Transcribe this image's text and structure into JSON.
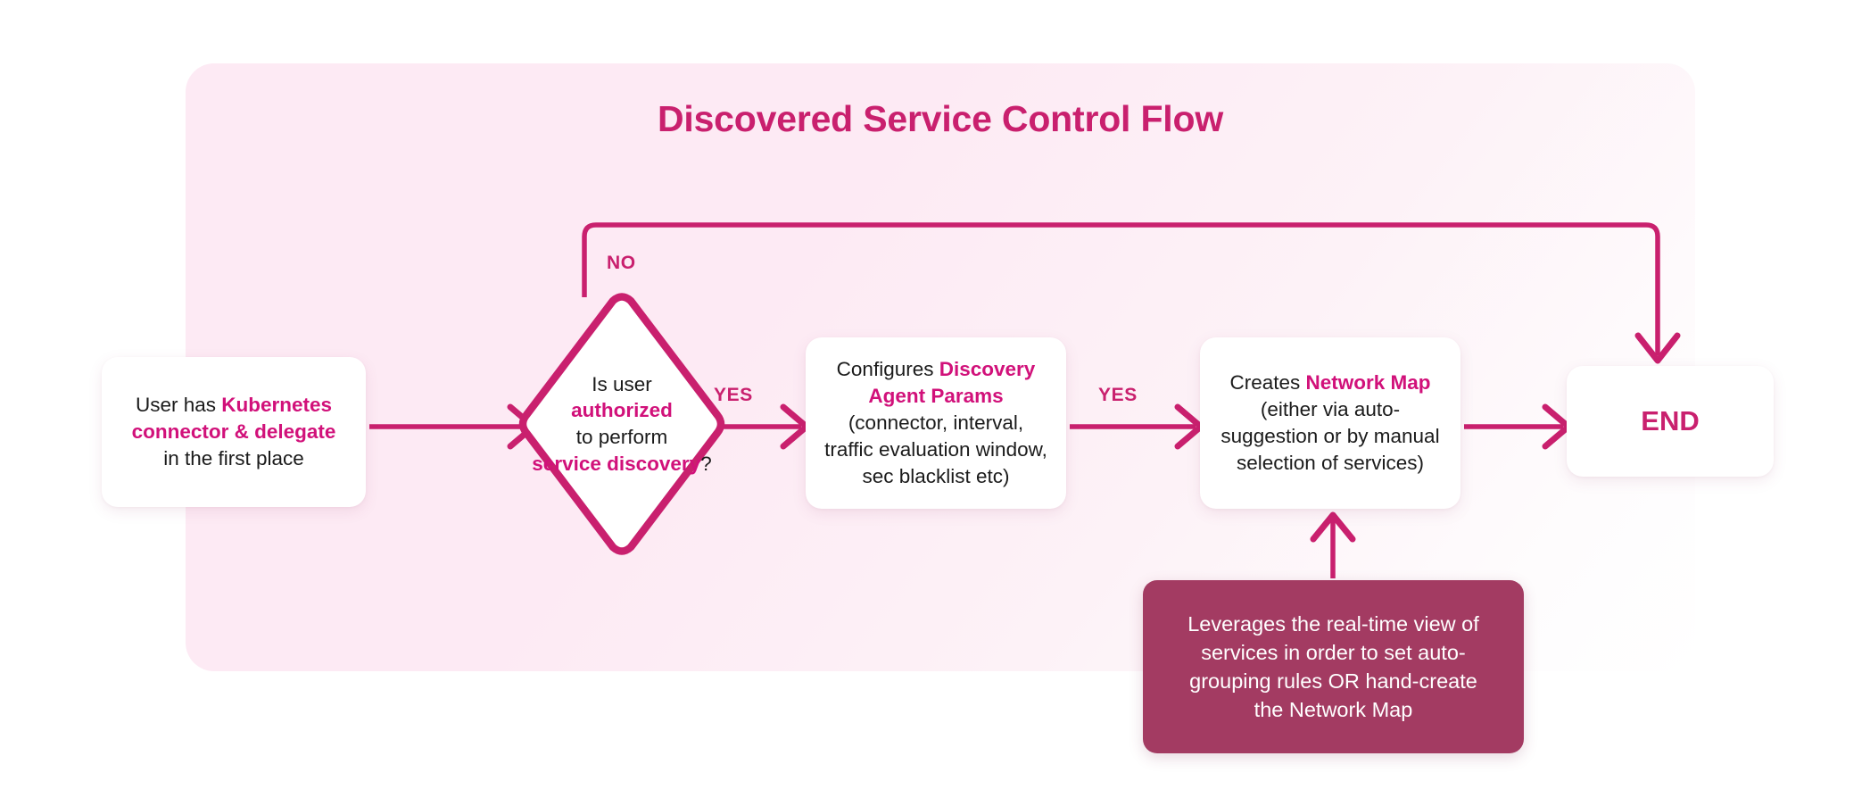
{
  "diagram": {
    "title": "Discovered Service Control Flow",
    "accent_color": "#c9206e",
    "highlight_color": "#d1117a",
    "panel_color": "#fdeaf4",
    "note_color": "#a33b62",
    "node_color": "#ffffff",
    "text_color": "#1b1b1b"
  },
  "nodes": {
    "start": {
      "name": "start-node",
      "line1_plain": "User has ",
      "line1_highlight": "Kubernetes",
      "line2_highlight": "connector & delegate",
      "line3_plain": "in the first place"
    },
    "decision": {
      "name": "decision-node",
      "line1": "Is user",
      "line2_highlight": "authorized",
      "line3": "to perform",
      "line4_highlight": "service discovery",
      "line4_suffix": "?"
    },
    "configure": {
      "name": "configure-node",
      "line1_plain": "Configures ",
      "line1_highlight": "Discovery",
      "line2_highlight": "Agent Params",
      "line3": "(connector, interval,",
      "line4": "traffic evaluation window,",
      "line5": "sec blacklist etc)"
    },
    "network_map": {
      "name": "network-map-node",
      "line1_plain": "Creates ",
      "line1_highlight": "Network Map",
      "line2": "(either via auto-",
      "line3": "suggestion or by manual",
      "line4": "selection of services)"
    },
    "end": {
      "name": "end-node",
      "label": "END"
    },
    "note": {
      "name": "note-callout",
      "line1": "Leverages the real-time view of",
      "line2": "services in order to set auto-",
      "line3": "grouping rules OR hand-create",
      "line4": "the Network Map"
    }
  },
  "edges": {
    "start_to_decision": {
      "label": ""
    },
    "decision_no": {
      "label": "NO"
    },
    "decision_yes": {
      "label": "YES"
    },
    "configure_to_map": {
      "label": "YES"
    },
    "map_to_end": {
      "label": ""
    },
    "note_to_map": {
      "label": ""
    }
  }
}
